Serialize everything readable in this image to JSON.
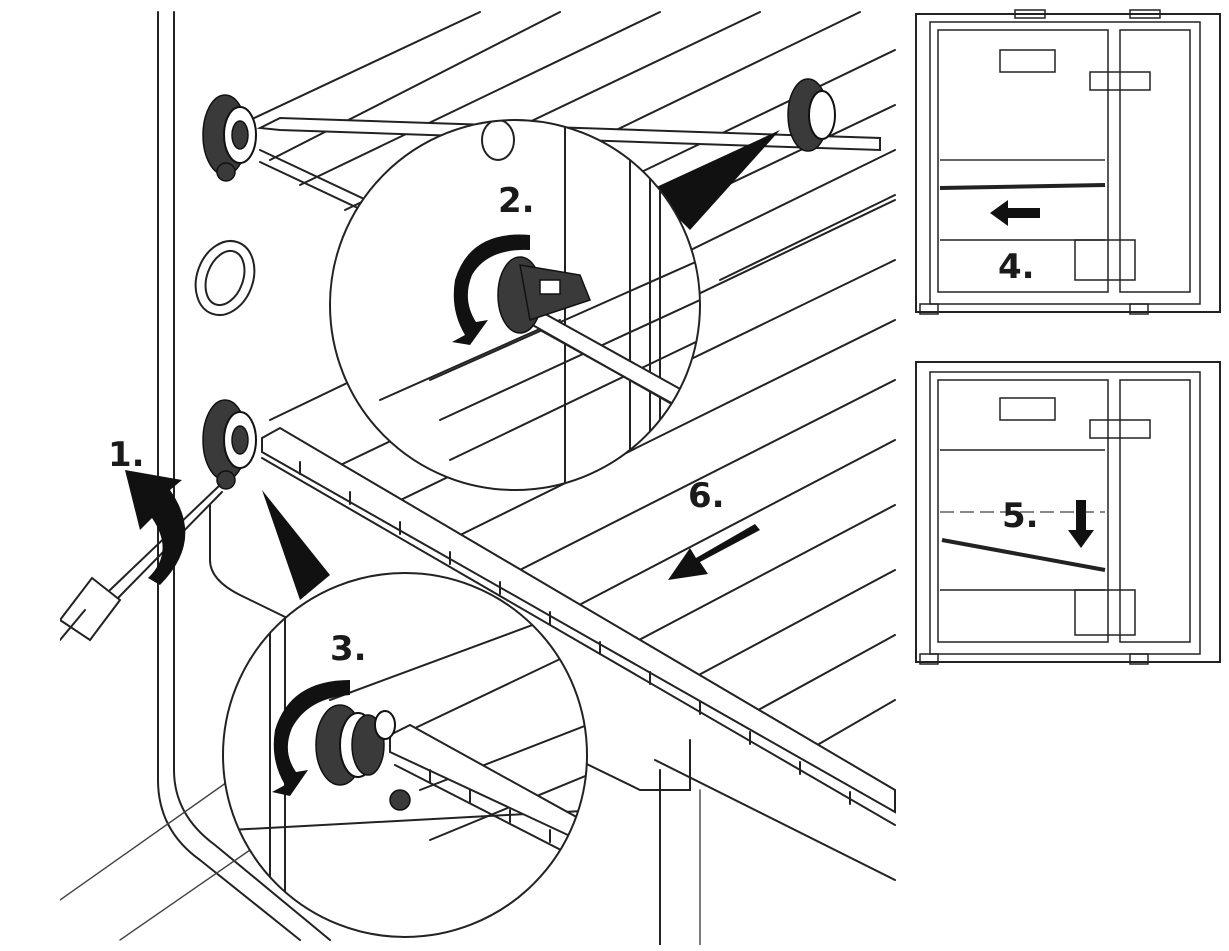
{
  "figure": {
    "steps": {
      "step1": "1.",
      "step2": "2.",
      "step3": "3.",
      "step4": "4.",
      "step5": "5.",
      "step6": "6."
    },
    "colors": {
      "line": "#222222",
      "fill_dark": "#3a3a3a",
      "background": "#ffffff"
    }
  }
}
